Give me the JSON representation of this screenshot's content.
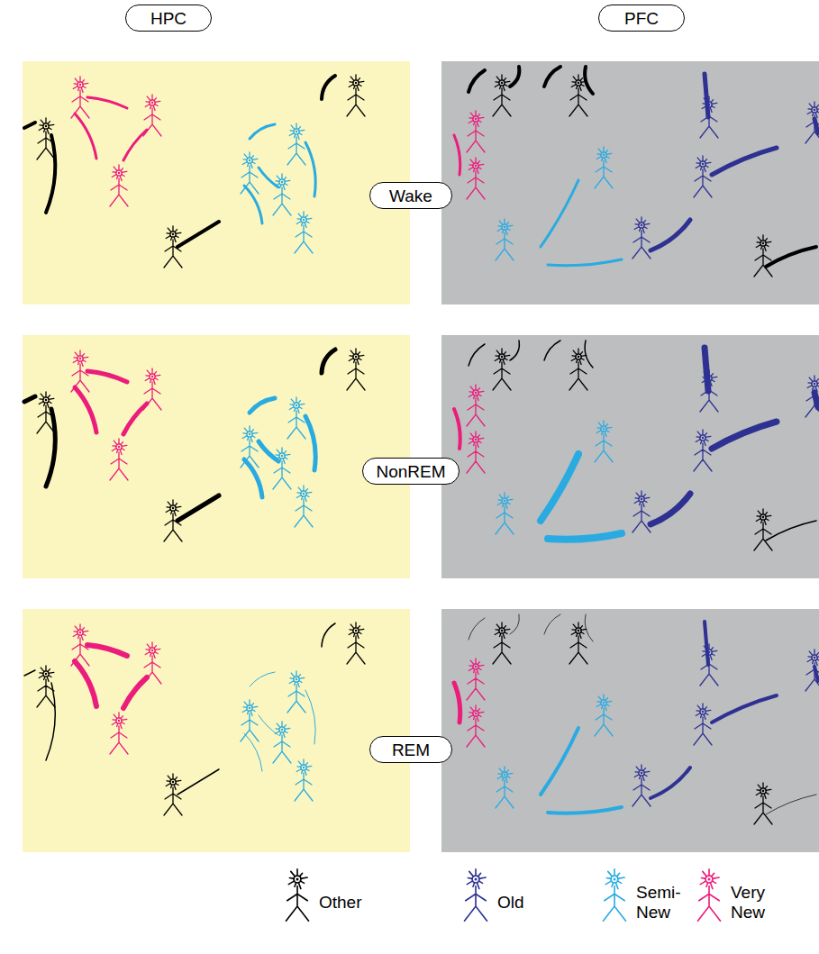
{
  "diagram": {
    "nodes": [
      {
        "text": [
          "HPC"
        ]
      },
      {
        "text": [
          "PFC"
        ]
      },
      {
        "text": [
          "Wake"
        ]
      },
      {
        "text": [
          "NonREM"
        ]
      },
      {
        "text": [
          "REM"
        ]
      }
    ],
    "legend": [
      {
        "text": "Other"
      },
      {
        "text": "Old"
      },
      {
        "text": "Semi- New"
      },
      {
        "text": "Very New"
      }
    ]
  }
}
